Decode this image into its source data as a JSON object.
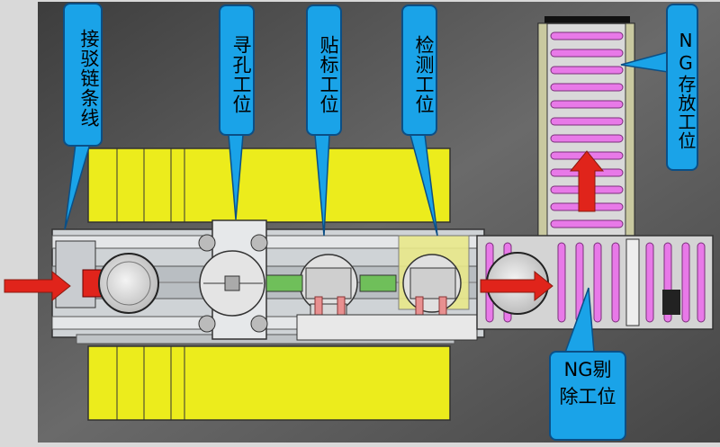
{
  "labels": {
    "transfer_chain": "接驳链条线",
    "hole_finding": "寻孔工位",
    "labeling": "贴标工位",
    "inspection": "检测工位",
    "ng_storage": "NG存放工位",
    "ng_reject": "NG剔除工位"
  },
  "colors": {
    "background": "#5a5a5a",
    "platform": "#ecec1c",
    "callout": "#1aa3e8",
    "arrow": "#e0241b",
    "roller": "#e879e8"
  },
  "flow_arrows": [
    "in",
    "out",
    "up"
  ]
}
